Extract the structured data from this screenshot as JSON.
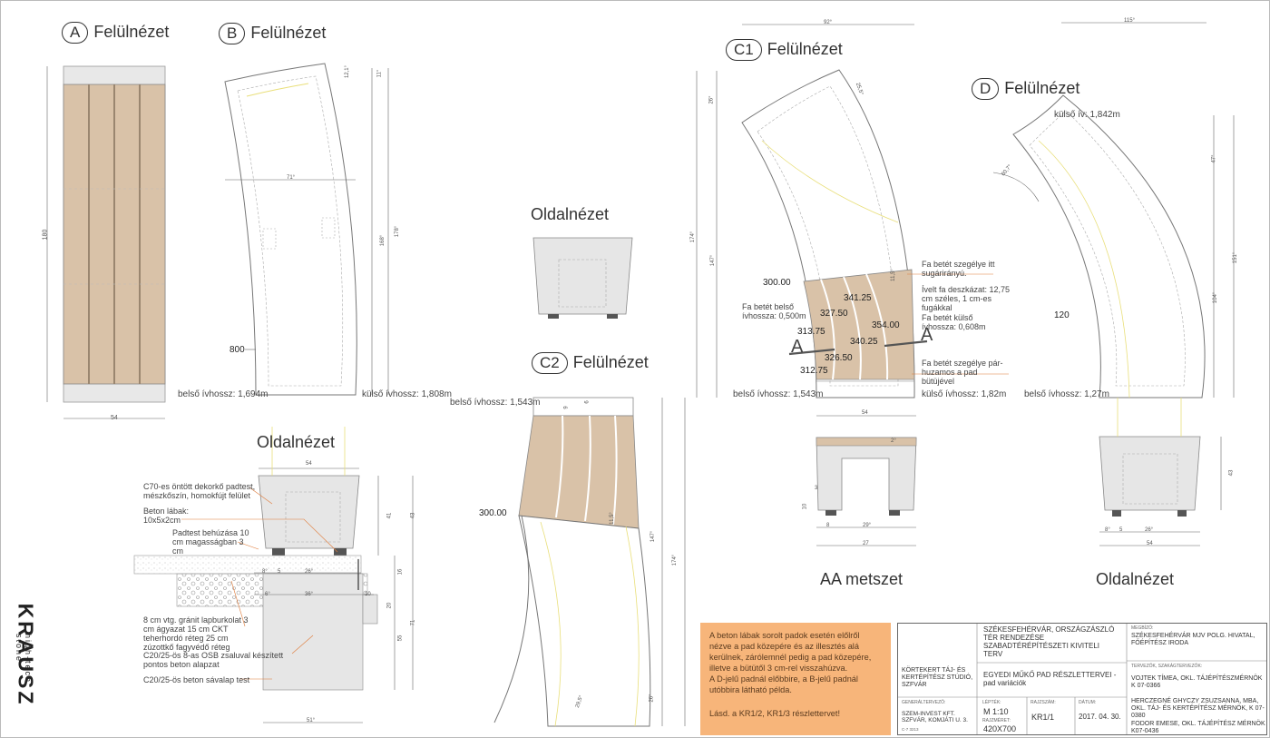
{
  "titles": {
    "a": {
      "badge": "A",
      "text": "Felülnézet"
    },
    "b": {
      "badge": "B",
      "text": "Felülnézet"
    },
    "c1": {
      "badge": "C1",
      "text": "Felülnézet"
    },
    "c2": {
      "badge": "C2",
      "text": "Felülnézet"
    },
    "d": {
      "badge": "D",
      "text": "Felülnézet"
    },
    "b_side": "Oldalnézet",
    "c2_side": "Oldalnézet",
    "aa": "AA metszet",
    "d_side": "Oldalnézet"
  },
  "arcs": {
    "b_inner": "belső ívhossz: 1,694m",
    "b_outer": "külső ívhossz: 1,808m",
    "c2_inner": "belső ívhossz: 1,543m",
    "c1_inner": "belső ívhossz: 1,543m",
    "c1_outer": "külső ívhossz: 1,82m",
    "d_inner": "belső ívhossz: 1,27m",
    "d_outer": "külső ív: 1,842m"
  },
  "c1_notes": {
    "edge_radial": "Fa betét szegélye itt sugárirányú.",
    "curved_slats": "Ívelt fa deszkázat: 12,75 cm széles, 1 cm-es fugákkal",
    "inner_len": "Fa betét belső ívhossza: 0,500m",
    "outer_len": "Fa betét külső ívhossza: 0,608m",
    "edge_parallel": "Fa betét szegélye pár- huzamos a pad bütüjével"
  },
  "c1_radii": [
    "341.25",
    "327.50",
    "313.75",
    "326.50",
    "312.75",
    "354.00",
    "340.25"
  ],
  "numbers": {
    "b_800": "800",
    "c1_300": "300.00",
    "c2_300": "300.00",
    "d_120": "120",
    "section_a": "A",
    "section_a2": "A"
  },
  "b_side_notes": {
    "n1": "C70-es öntött dekorkő padtest, mészkőszín, homokfújt felület",
    "n2": "Beton lábak: 10x5x2cm",
    "n3": "Padtest behúzása 10 cm magasságban 3 cm",
    "n4": "8 cm vtg. gránit lapburkolat 3 cm ágyazat 15 cm CKT teherhordó réteg 25 cm zúzottkő fagyvédő réteg",
    "n5": "C20/25-ös 8-as OSB zsaluval készített pontos beton alapzat",
    "n6": "C20/25-ös beton sávalap test"
  },
  "dims": {
    "a_w": "54",
    "a_h": "180",
    "b_71": "71°",
    "b_168": "168°",
    "b_178": "178°",
    "b_11": "11°",
    "b_124": "12,1°",
    "bs_54": "54",
    "bs_51": "51°",
    "bs_43": "43",
    "bs_41": "41",
    "bs_71": "71",
    "bs_55": "55",
    "bs_20": "20",
    "bs_16": "16",
    "bs_26": "26°",
    "bs_36": "36°",
    "bs_8": "8°",
    "bs_6": "6°",
    "bs_5": "5",
    "bs_10": "10",
    "c1_92": "92°",
    "c1_174": "174°",
    "c1_147": "147°",
    "c1_26": "26°",
    "c1_255": "25,5°",
    "c1_115": "11,5°",
    "c2_147": "147°",
    "c2_174": "174°",
    "c2_26": "26°",
    "c2_295": "29,5°",
    "c2_9": "9",
    "c2_6": "6",
    "c2_115": "11,5°",
    "d_115": "115°",
    "d_47": "47°",
    "d_151": "151°",
    "d_104": "104°",
    "d_607": "60,7°",
    "aa_54": "54",
    "aa_29": "29°",
    "aa_27": "27",
    "aa_8": "8",
    "aa_2": "2°",
    "aa_10": "10",
    "aa_3": "3",
    "ds_54": "54",
    "ds_26": "26°",
    "ds_43": "43",
    "ds_8": "8°",
    "ds_5": "5"
  },
  "info_box": {
    "line1": "A beton lábak sorolt padok esetén előlről nézve a pad közepére és az illesztés alá kerülnek, zárólemnél pedig a pad közepére, illetve a bütütől 3 cm-rel visszahúzva.",
    "line2": "A D-jelű padnál előbbire, a B-jelű padnál utóbbira látható példa.",
    "line3": "Lásd. a KR1/2, KR1/3 részlettervet!"
  },
  "title_block": {
    "designer_label": "KÖRTEKERT TÁJ- ÉS KERTÉPÍTÉSZ STÚDIÓ, SZFVÁR",
    "general_label": "GENERÁLTERVEZŐ:",
    "general": "SZEM-INVEST KFT. SZFVÁR, KOMJÁTI U. 3.",
    "general_id": "C-7 3213",
    "project": "SZÉKESFEHÉRVÁR, ORSZÁGZÁSZLÓ TÉR RENDEZÉSE SZABADTÉRÉPÍTÉSZETI KIVITELI TERV",
    "sheet_title": "EGYEDI MŰKŐ PAD RÉSZLETTERVEI - pad variációk",
    "scale_label": "LÉPTÉK:",
    "scale": "M 1:10",
    "paper_label": "RAJZMÉRET:",
    "paper": "420X700",
    "drawing_no_label": "RAJZSZÁM:",
    "drawing_no": "KR1/1",
    "date_label": "DÁTUM:",
    "date": "2017. 04. 30.",
    "client_label": "MEGBÍZÓ:",
    "client": "SZÉKESFEHÉRVÁR MJV POLG. HIVATAL, FŐÉPÍTÉSZ IRODA",
    "team_label": "TERVEZŐK, SZAKÁGTERVEZŐK:",
    "p1": "VOJTEK TÍMEA, OKL. TÁJÉPÍTÉSZMÉRNÖK K 07-0366",
    "p2": "HERCZEGNÉ GHYCZY ZSUZSANNA, MBA, OKL. TÁJ- ÉS KERTÉPÍTÉSZ MÉRNÖK, K 07-0380",
    "p3": "FODOR EMESE, OKL. TÁJÉPÍTÉSZ MÉRNÖK K07-0436"
  },
  "logo": {
    "main": "KRAUSZ",
    "sub": "high-tech stone"
  },
  "colors": {
    "wood": "#d9c2a8",
    "concrete": "#e6e6e6",
    "orange": "#f7b57a",
    "guide": "#f0e68c",
    "line": "#555555"
  }
}
